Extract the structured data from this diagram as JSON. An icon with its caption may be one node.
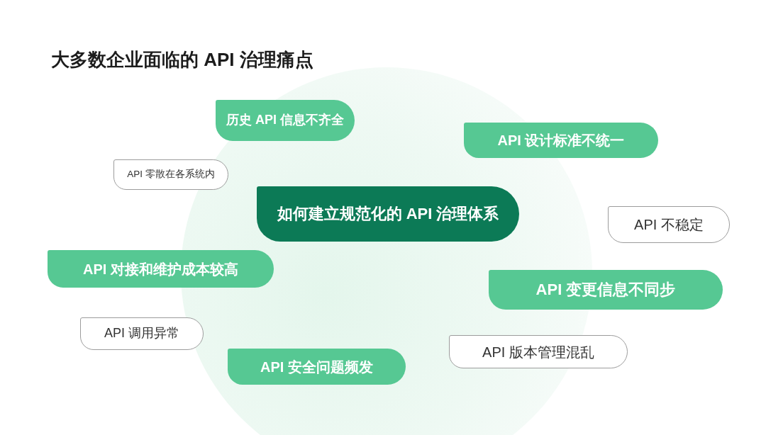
{
  "diagram": {
    "title": "大多数企业面临的 API 治理痛点",
    "nodes": [
      {
        "text": [
          "历史 API 信息不齐全"
        ]
      },
      {
        "text": [
          "API 设计标准不统一"
        ]
      },
      {
        "text": [
          "API 零散在各系统内"
        ]
      },
      {
        "text": [
          "如何建立规范化的 API 治理体系"
        ]
      },
      {
        "text": [
          "API 不稳定"
        ]
      },
      {
        "text": [
          "API 对接和维护成本较高"
        ]
      },
      {
        "text": [
          "API 变更信息不同步"
        ]
      },
      {
        "text": [
          "API 调用异常"
        ]
      },
      {
        "text": [
          "API 版本管理混乱"
        ]
      },
      {
        "text": [
          "API 安全问题频发"
        ]
      }
    ]
  }
}
